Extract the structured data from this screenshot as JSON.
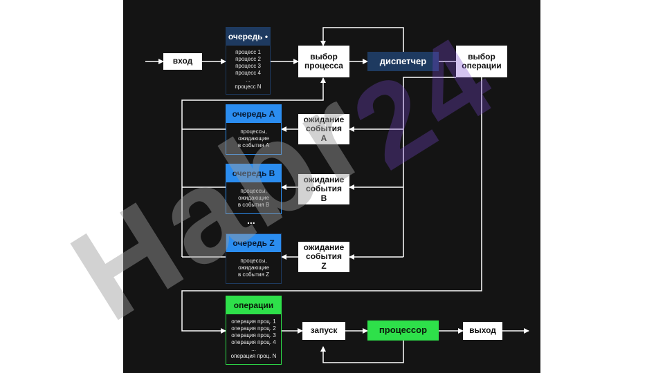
{
  "nodes": {
    "input": "вход",
    "select_process": "выбор процесса",
    "dispatcher": "диспетчер",
    "select_operation": "выбор операции",
    "wait_a": "ожидание события А",
    "wait_b": "ожидание события B",
    "wait_z": "ожидание события Z",
    "launch": "запуск",
    "processor": "процессор",
    "output": "выход"
  },
  "queue_main": {
    "title": "очередь •",
    "items": [
      "процесс 1",
      "процесс 2",
      "процесс 3",
      "процесс 4",
      "...",
      "процесс N"
    ]
  },
  "queue_a": {
    "title": "очередь А",
    "lines": [
      "процессы,",
      "ожидающие",
      "в события А"
    ]
  },
  "queue_b": {
    "title": "очередь В",
    "lines": [
      "процессы,",
      "ожидающие",
      "в события В"
    ]
  },
  "queue_z": {
    "title": "очередь Z",
    "lines": [
      "процессы,",
      "ожидающие",
      "в события Z"
    ]
  },
  "queue_ellipsis": "...",
  "operations": {
    "title": "операции",
    "items": [
      "операция проц. 1",
      "операция проц. 2",
      "операция проц. 3",
      "операция проц. 4",
      "...",
      "операция проц. N"
    ]
  },
  "watermark": "Habr 24",
  "colors": {
    "panel": "#141414",
    "dark_blue": "#1e3a60",
    "blue": "#2b8df0",
    "green": "#2ee04a",
    "line": "#ffffff"
  }
}
